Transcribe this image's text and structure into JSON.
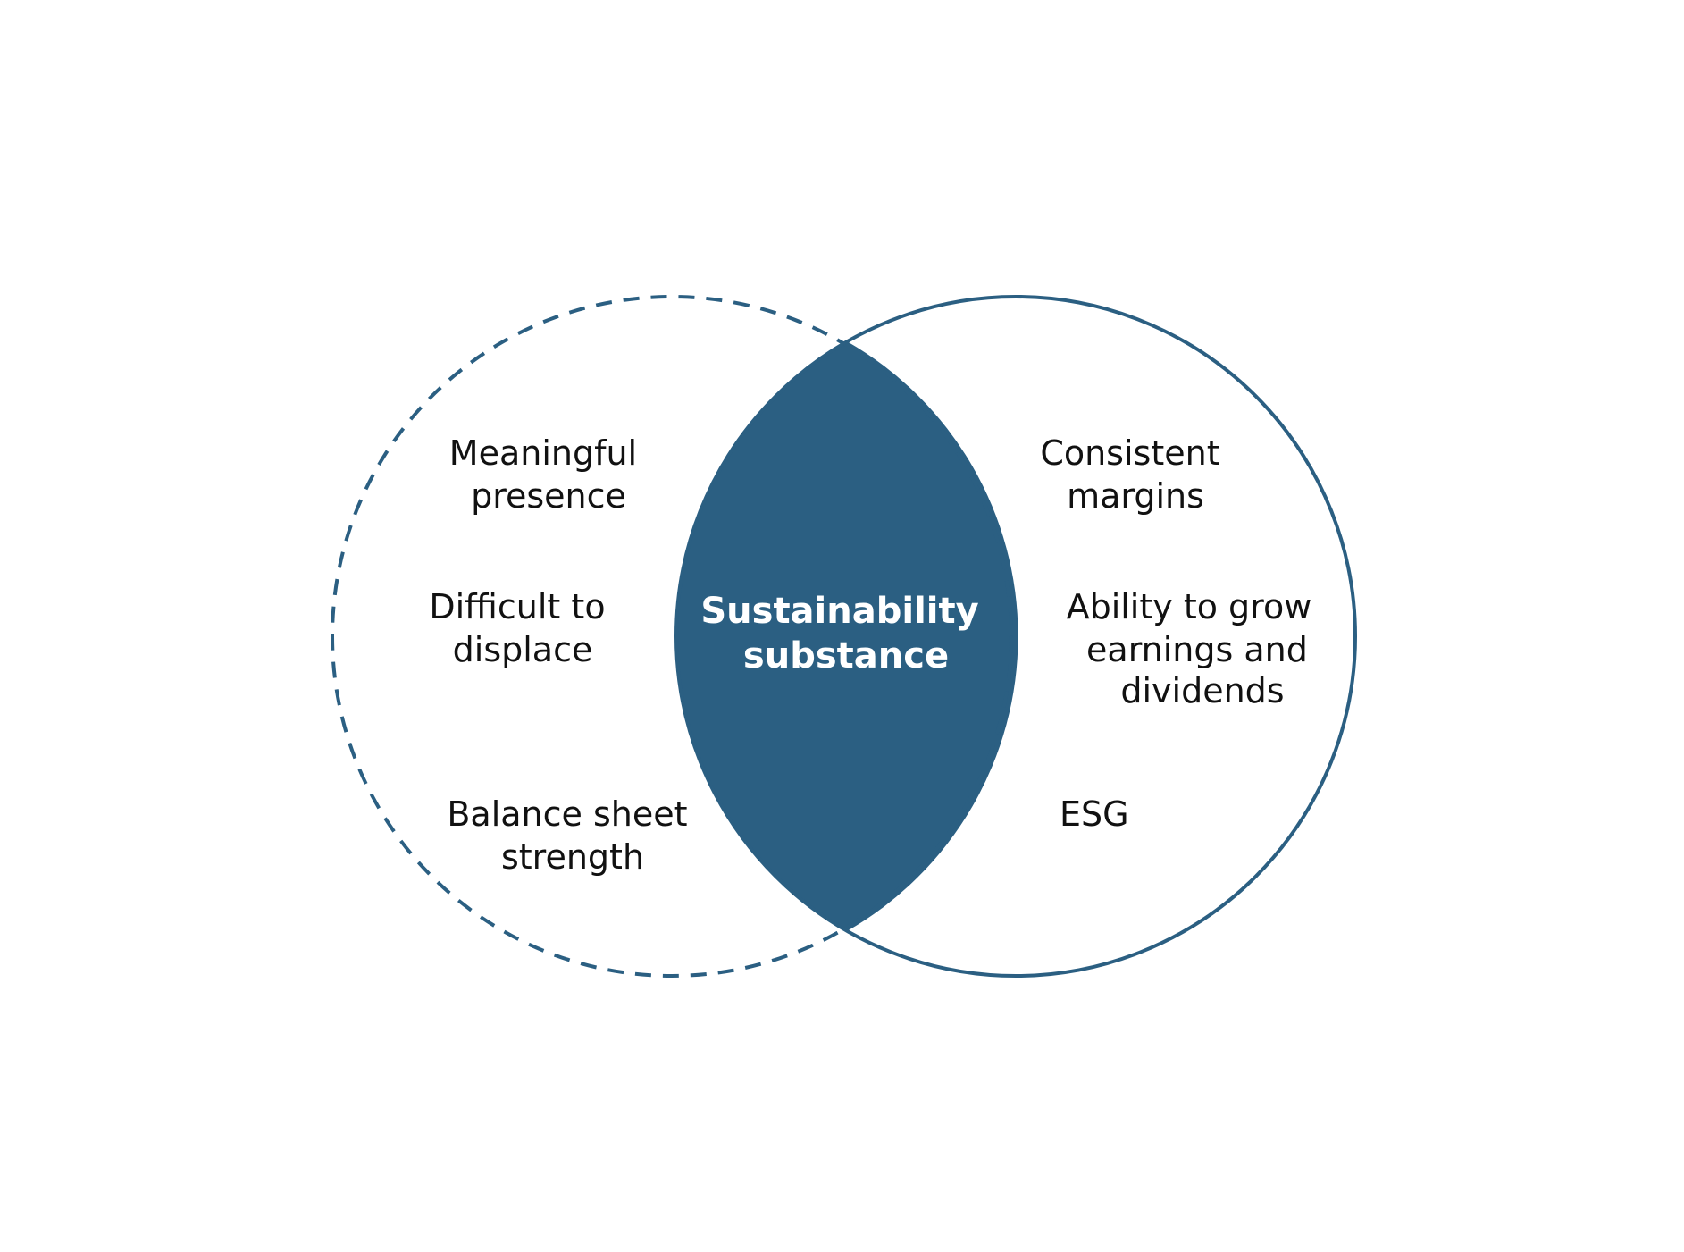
{
  "colors": {
    "primary": "#2b5f82",
    "text": "#111111",
    "center_text": "#ffffff",
    "background": "#ffffff"
  },
  "left_circle": {
    "style": "dashed",
    "items": [
      {
        "line1": "Meaningful",
        "line2": "presence"
      },
      {
        "line1": "Difficult to",
        "line2": "displace"
      },
      {
        "line1": "Balance sheet",
        "line2": "strength"
      }
    ]
  },
  "right_circle": {
    "style": "solid",
    "items": [
      {
        "line1": "Consistent",
        "line2": "margins"
      },
      {
        "line1": "Ability to grow",
        "line2": "earnings and",
        "line3": "dividends"
      },
      {
        "line1": "ESG"
      }
    ]
  },
  "intersection": {
    "line1": "Sustainability",
    "line2": "substance"
  }
}
